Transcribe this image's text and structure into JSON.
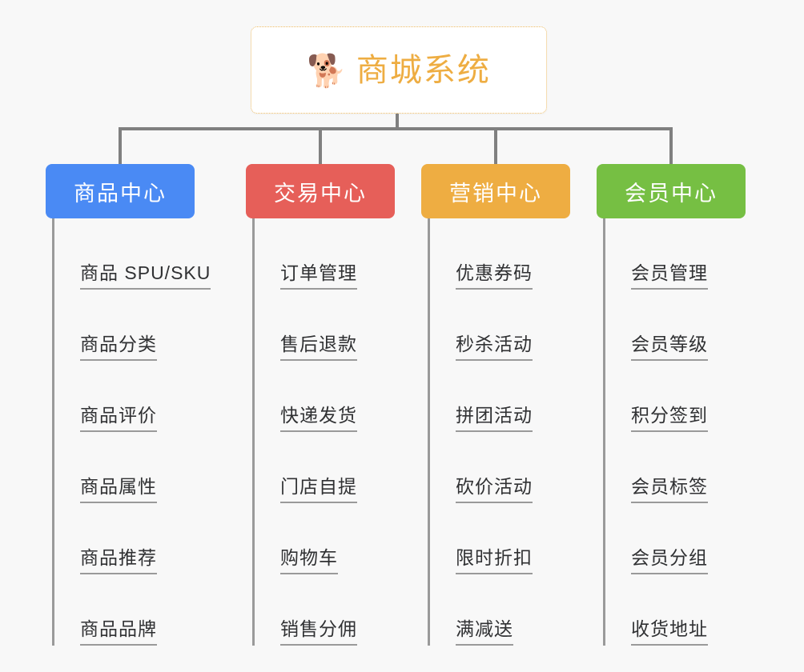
{
  "page": {
    "background_color": "#f8f8f8",
    "type": "mindmap"
  },
  "root": {
    "icon": "shiba-dog-face-emoji",
    "icon_glyph": "🐕",
    "title": "商城系统",
    "text_color": "#eead42",
    "border_color": "#edbb63",
    "background_color": "#ffffff"
  },
  "connector": {
    "color": "#808080"
  },
  "categories": [
    {
      "label": "商品中心",
      "color": "#4a8af4",
      "items": [
        "商品 SPU/SKU",
        "商品分类",
        "商品评价",
        "商品属性",
        "商品推荐",
        "商品品牌"
      ]
    },
    {
      "label": "交易中心",
      "color": "#e65f59",
      "items": [
        "订单管理",
        "售后退款",
        "快递发货",
        "门店自提",
        "购物车",
        "销售分佣"
      ]
    },
    {
      "label": "营销中心",
      "color": "#eead42",
      "items": [
        "优惠券码",
        "秒杀活动",
        "拼团活动",
        "砍价活动",
        "限时折扣",
        "满减送"
      ]
    },
    {
      "label": "会员中心",
      "color": "#76bf43",
      "items": [
        "会员管理",
        "会员等级",
        "积分签到",
        "会员标签",
        "会员分组",
        "收货地址"
      ]
    }
  ]
}
